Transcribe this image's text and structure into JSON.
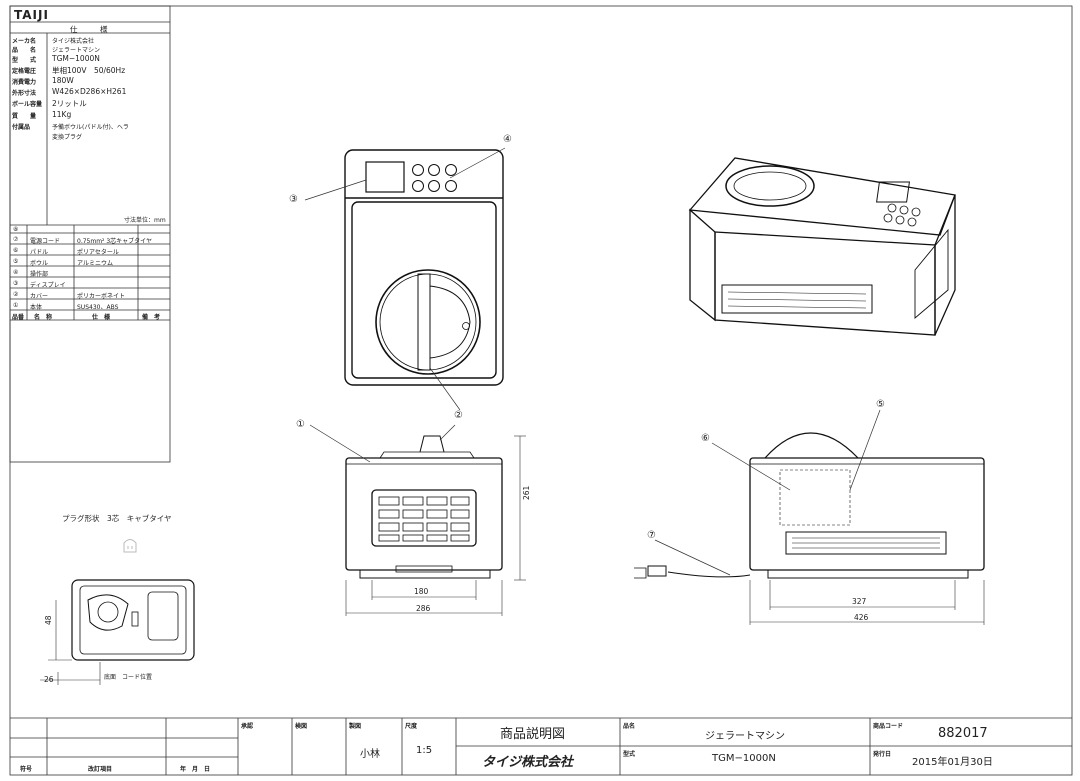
{
  "brand": "TAIJI",
  "spec_header": "仕　　　様",
  "spec_rows": [
    {
      "label": "メーカ名",
      "value": "タイジ株式会社"
    },
    {
      "label": "品　　名",
      "value": "ジェラートマシン"
    },
    {
      "label": "型　　式",
      "value": "TGM−1000N"
    },
    {
      "label": "定格電圧",
      "value": "単相100V　50/60Hz"
    },
    {
      "label": "消費電力",
      "value": "180W"
    },
    {
      "label": "外形寸法",
      "value": "W426×D286×H261"
    },
    {
      "label": "ボール容量",
      "value": "2リットル"
    },
    {
      "label": "質　　量",
      "value": "11Kg"
    },
    {
      "label": "付属品",
      "value": "予備ボウル(パドル付)、ヘラ"
    },
    {
      "label": "",
      "value": "変換プラグ"
    }
  ],
  "unit_note": "寸法単位：mm",
  "parts": [
    {
      "no": "⑧",
      "name": "",
      "material": ""
    },
    {
      "no": "⑦",
      "name": "電源コード",
      "material": "0.75mm² 3芯キャブタイヤ"
    },
    {
      "no": "⑥",
      "name": "パドル",
      "material": "ポリアセタール"
    },
    {
      "no": "⑤",
      "name": "ボウル",
      "material": "アルミニウム"
    },
    {
      "no": "④",
      "name": "操作部",
      "material": ""
    },
    {
      "no": "③",
      "name": "ディスプレイ",
      "material": ""
    },
    {
      "no": "②",
      "name": "カバー",
      "material": "ポリカーボネイト"
    },
    {
      "no": "①",
      "name": "本体",
      "material": "SUS430、ABS"
    }
  ],
  "parts_header": {
    "no": "品番",
    "name": "名　称",
    "material": "仕　様",
    "note": "備　考"
  },
  "plug_label": "プラグ形状　3芯　キャブタイヤ",
  "bottom_label": "底面　コード位置",
  "callouts": [
    "①",
    "②",
    "③",
    "④",
    "⑤",
    "⑥",
    "⑦"
  ],
  "dims": {
    "h": "261",
    "w1": "180",
    "w2": "286",
    "w3": "327",
    "w4": "426",
    "b1": "48",
    "b2": "26"
  },
  "title_block": {
    "mark": "符号",
    "revision": "改訂項目",
    "date": "年　月　日",
    "approve": "承認",
    "check": "検図",
    "draw": "製図",
    "drawer": "小林",
    "scale_label": "尺度",
    "scale": "1:5",
    "doc_title": "商品説明図",
    "company": "タイジ株式会社",
    "name_label": "品名",
    "name": "ジェラートマシン",
    "model_label": "型式",
    "model": "TGM−1000N",
    "code_label": "商品コード",
    "code": "882017",
    "issued_label": "発行日",
    "issued": "2015年01月30日"
  }
}
